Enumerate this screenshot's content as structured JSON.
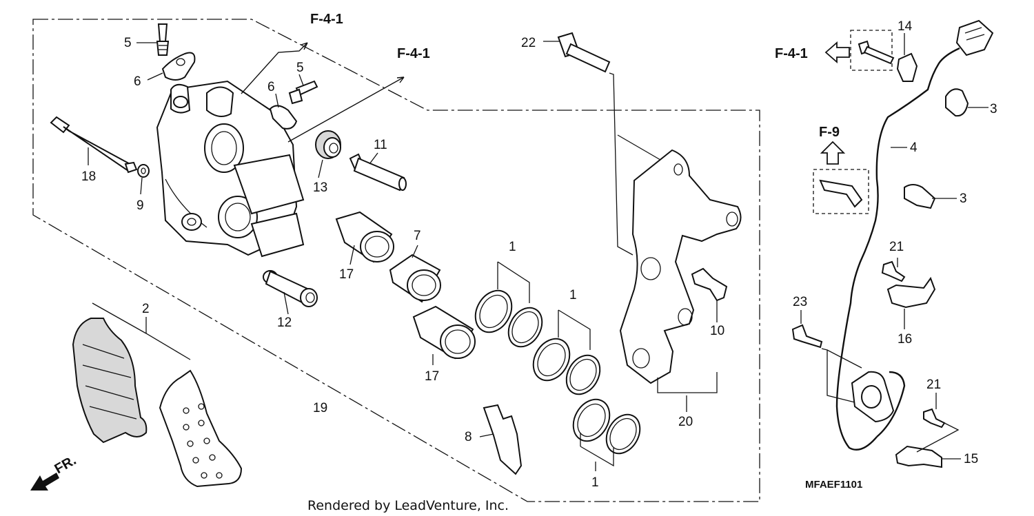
{
  "diagram": {
    "refs": {
      "f41_top": "F-4-1",
      "f41_mid": "F-4-1",
      "f41_right": "F-4-1",
      "f9": "F-9"
    },
    "labels": {
      "l1a": "1",
      "l1b": "1",
      "l1c": "1",
      "l2": "2",
      "l3a": "3",
      "l3b": "3",
      "l4": "4",
      "l5a": "5",
      "l5b": "5",
      "l6a": "6",
      "l6b": "6",
      "l8": "8",
      "l9": "9",
      "l10": "10",
      "l11": "11",
      "l12": "12",
      "l13": "13",
      "l14": "14",
      "l15": "15",
      "l16": "16",
      "l17a": "17",
      "l17b": "17",
      "l18": "18",
      "l19": "19",
      "l20": "20",
      "l21a": "21",
      "l21b": "21",
      "l22": "22",
      "l23": "23"
    },
    "fr_label": "FR.",
    "code": "MFAEF1101",
    "credit": "Rendered by LeadVenture, Inc."
  }
}
